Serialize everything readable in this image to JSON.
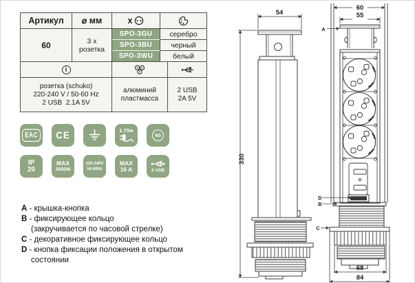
{
  "colors": {
    "accent_green": "#90a581",
    "table_bg": "#f4f4f1",
    "border_dark": "#4d4d4d",
    "drawing_line": "#3a3a3a"
  },
  "table": {
    "header": {
      "article": "Артикул",
      "diameter": "⌀ мм",
      "count_x": "х"
    },
    "articles": [
      "SPO-3GU",
      "SPO-3BU",
      "SPO-3WU"
    ],
    "diameter_value": "60",
    "sockets_line1": "3 х",
    "sockets_line2": "розетка",
    "color_options": [
      "серебро",
      "черный",
      "белый"
    ],
    "info_symbol": "i",
    "spec_line1": "розетка (schuko)",
    "spec_line2": "220-240 V / 50-60 Hz",
    "spec_line3": "2 USB  2.1A 5V",
    "material_line1": "алюминий",
    "material_line2": "пластмасса",
    "usb_line1": "2 USB",
    "usb_line2": "2A 5V"
  },
  "badges": {
    "eac": "EAC",
    "ce": "CE",
    "cable_length": "1.75м",
    "hole_diameter": "60",
    "ip_line1": "IP",
    "ip_line2": "20",
    "maxw_line1": "MAX",
    "maxw_line2": "3600W",
    "volt_line1": "220-240V",
    "volt_line2": "50-60Hz",
    "maxa_line1": "MAX",
    "maxa_line2": "16 A",
    "usb_label": "2 USB"
  },
  "legend": [
    {
      "key": "A",
      "text": "- крышка-кнопка"
    },
    {
      "key": "B",
      "text": "- фиксирующее кольцо",
      "cont": "(закручивается по часовой стрелке)"
    },
    {
      "key": "C",
      "text": "- декоративное фиксирующее кольцо"
    },
    {
      "key": "D",
      "text": "- кнопка фиксации положения в открытом",
      "cont": "состоянии"
    }
  ],
  "drawings": {
    "side": {
      "top_width": "54",
      "total_height": "330"
    },
    "front": {
      "outer_width": "60",
      "cap_width": "55",
      "ring_width": "68",
      "flange_width": "84",
      "label_a": "A",
      "label_b": "B",
      "label_c": "C",
      "label_d": "D"
    }
  }
}
